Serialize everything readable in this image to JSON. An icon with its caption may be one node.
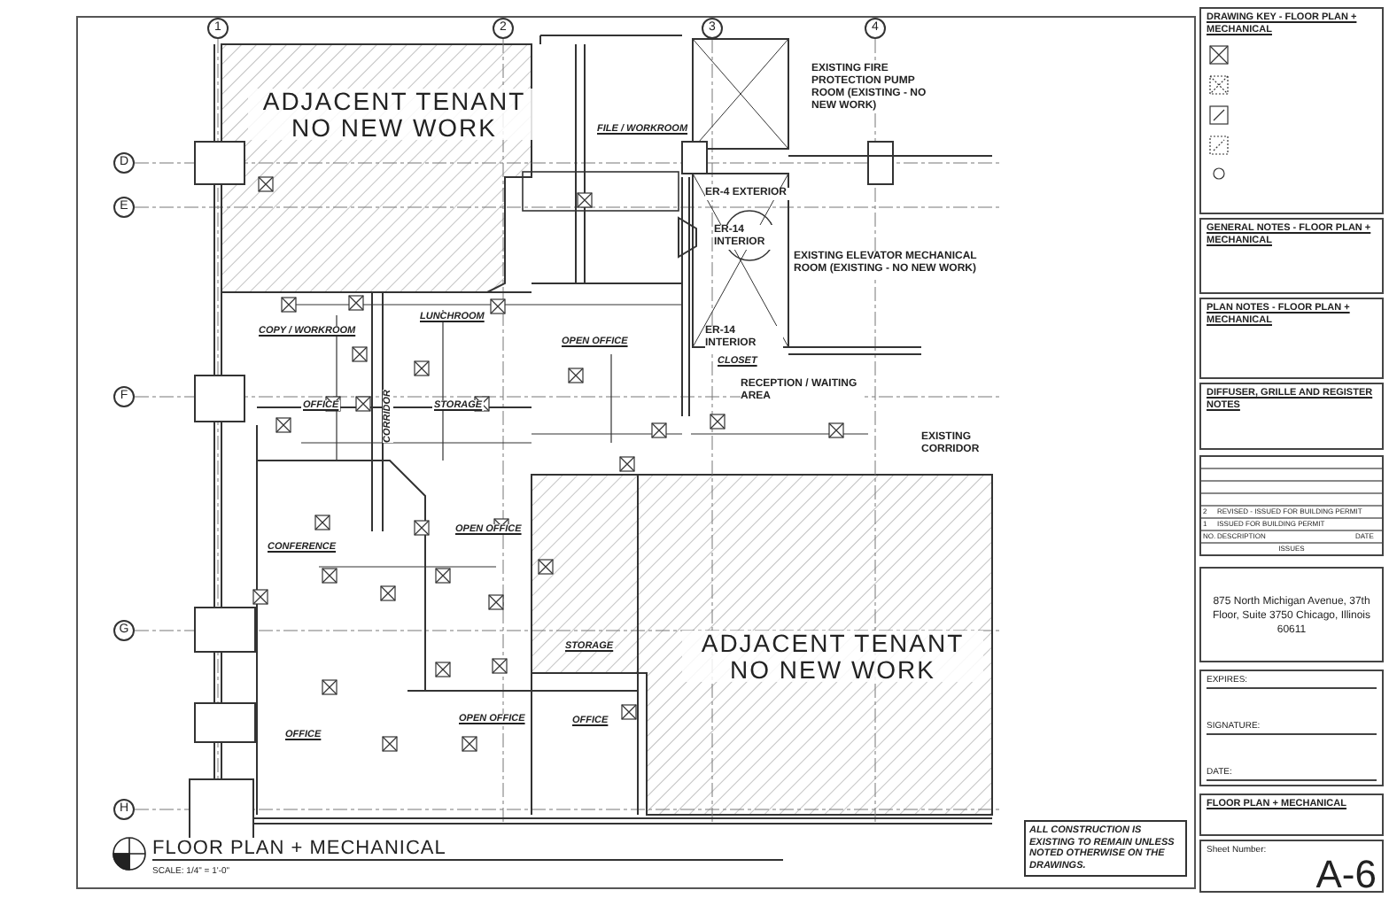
{
  "diagram": {
    "title": "FLOOR PLAN + MECHANICAL",
    "nodes": [
      {
        "text": [
          "DRAWING KEY - FLOOR PLAN + MECHANICAL"
        ]
      },
      {
        "text": [
          "GENERAL NOTES - FLOOR PLAN + MECHANICAL"
        ]
      },
      {
        "text": [
          "PLAN NOTES - FLOOR PLAN + MECHANICAL"
        ]
      },
      {
        "text": [
          "DIFFUSER, GRILLE AND REGISTER NOTES"
        ]
      },
      {
        "text": [
          "2",
          "REVISED - ISSUED FOR BUILDING PERMIT",
          "1",
          "ISSUED FOR BUILDING PERMIT",
          "NO.",
          "DESCRIPTION",
          "DATE",
          "ISSUES"
        ]
      },
      {
        "text": [
          "875 North Michigan Avenue, 37th Floor, Suite 3750 Chicago, Illinois 60611"
        ]
      },
      {
        "text": [
          "EXPIRES:",
          "SIGNATURE:",
          "DATE:"
        ]
      },
      {
        "text": [
          "FLOOR PLAN + MECHANICAL"
        ]
      },
      {
        "text": [
          "Sheet Number:",
          "A-6"
        ]
      },
      {
        "text": [
          "ALL CONSTRUCTION IS EXISTING TO REMAIN UNLESS NOTED OTHERWISE ON THE DRAWINGS."
        ]
      }
    ],
    "labels": [
      "1",
      "2",
      "3",
      "4",
      "EXISTING FIRE PROTECTION PUMP ROOM (EXISTING - NO NEW WORK)",
      "ADJACENT TENANT NO NEW WORK",
      "FILE / WORKROOM",
      "D",
      "ER-4 EXTERIOR",
      "E",
      "ER-14 INTERIOR",
      "EXISTING ELEVATOR MECHANICAL ROOM (EXISTING - NO NEW WORK)",
      "LUNCHROOM",
      "COPY / WORKROOM",
      "OPEN OFFICE",
      "ER-14 INTERIOR",
      "CLOSET",
      "RECEPTION / WAITING AREA",
      "F",
      "OFFICE",
      "STORAGE",
      "CORRIDOR",
      "EXISTING CORRIDOR",
      "OPEN OFFICE",
      "CONFERENCE",
      "G",
      "STORAGE",
      "ADJACENT TENANT NO NEW WORK",
      "OPEN OFFICE",
      "OFFICE",
      "OFFICE",
      "H",
      "SCALE: 1/4\" = 1'-0\""
    ]
  }
}
